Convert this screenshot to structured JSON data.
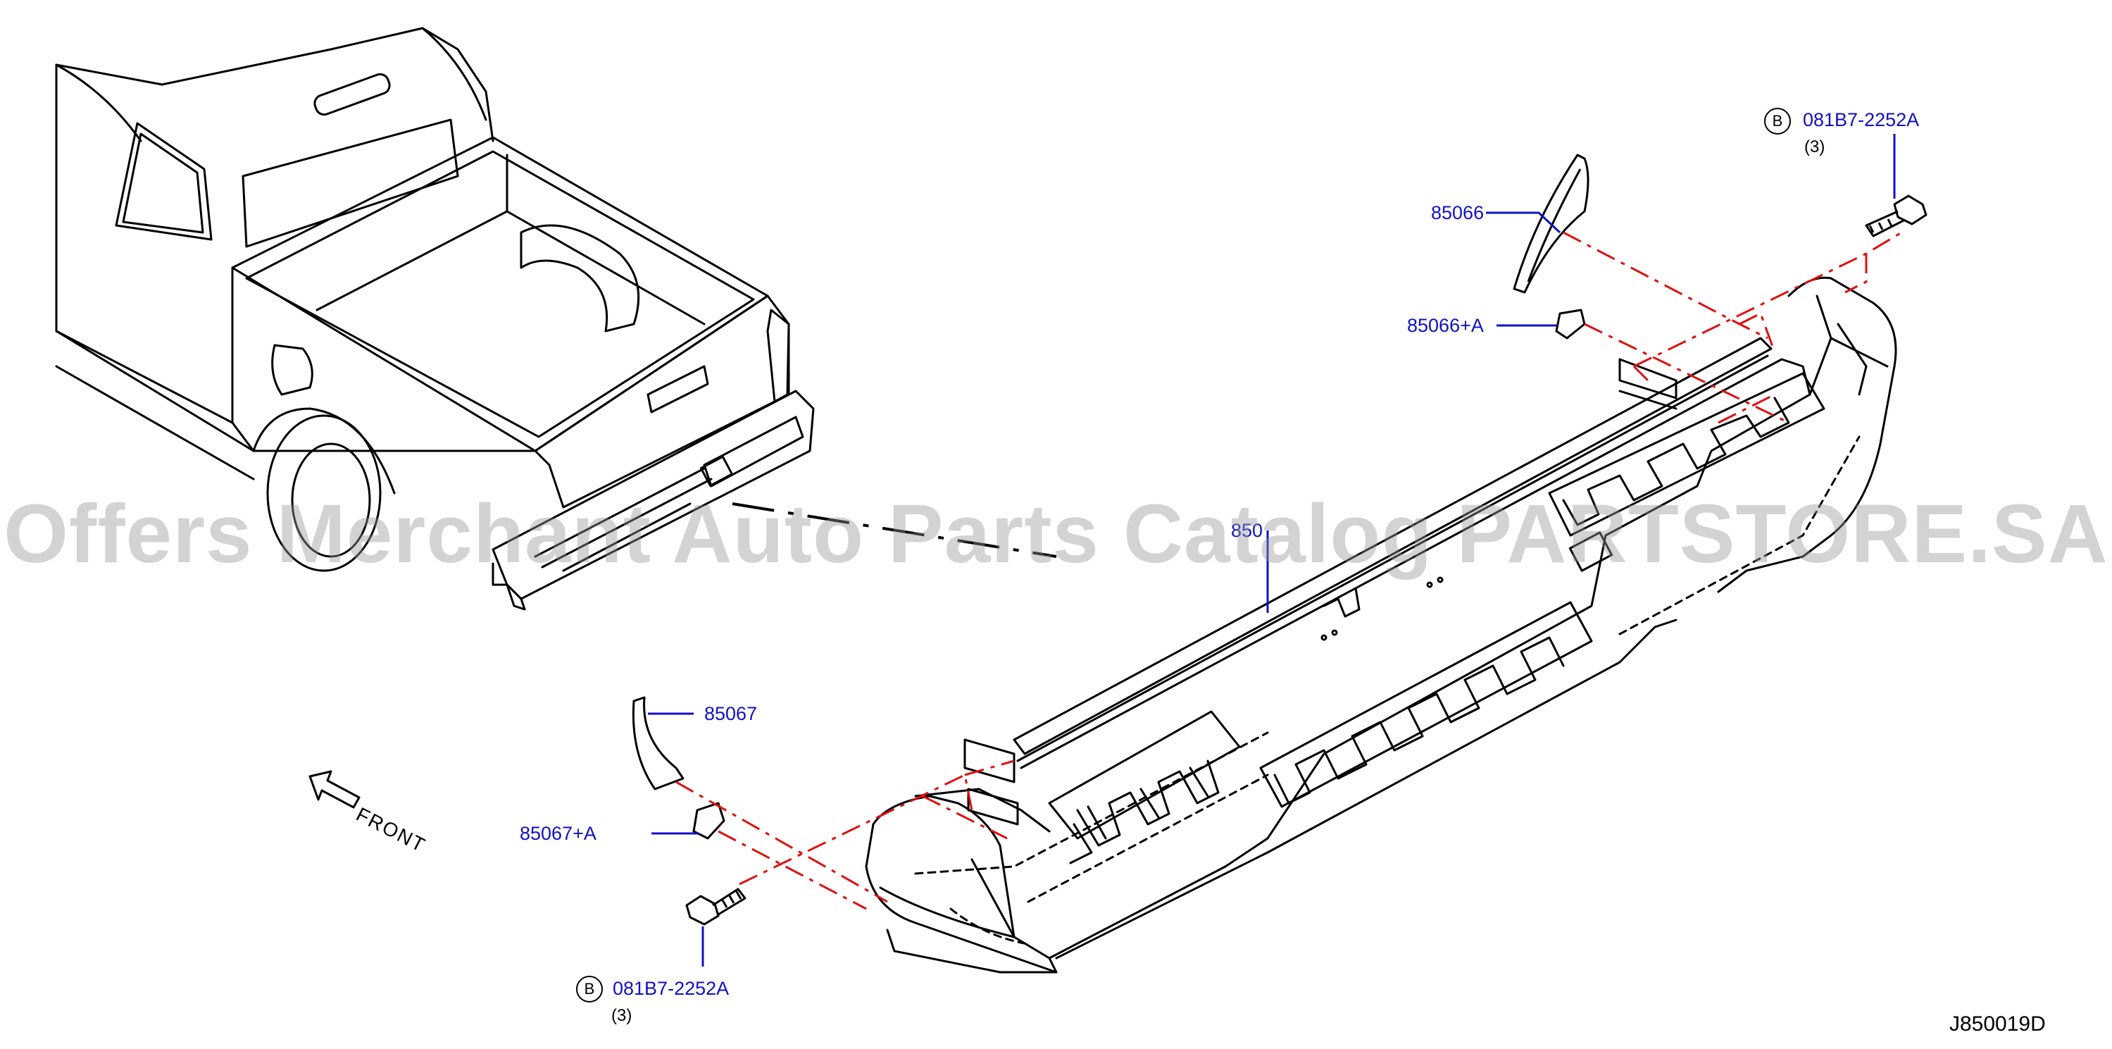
{
  "diagram": {
    "code": "J850019D",
    "front_label": "FRONT",
    "parts": {
      "main_bumper": "850",
      "upper_right_filler": "85066",
      "upper_right_clip": "85066+A",
      "lower_left_filler": "85067",
      "lower_left_clip": "85067+A",
      "bolt_top": {
        "callout": "B",
        "part": "081B7-2252A",
        "qty": "(3)"
      },
      "bolt_bottom": {
        "callout": "B",
        "part": "081B7-2252A",
        "qty": "(3)"
      }
    }
  },
  "watermark": "Offers Merchant Auto Parts Catalog PARTSTORE.SA",
  "colors": {
    "label_blue": "#1010c8",
    "leader_red": "#e01010",
    "line_black": "#000000",
    "watermark_gray": "#969696"
  }
}
